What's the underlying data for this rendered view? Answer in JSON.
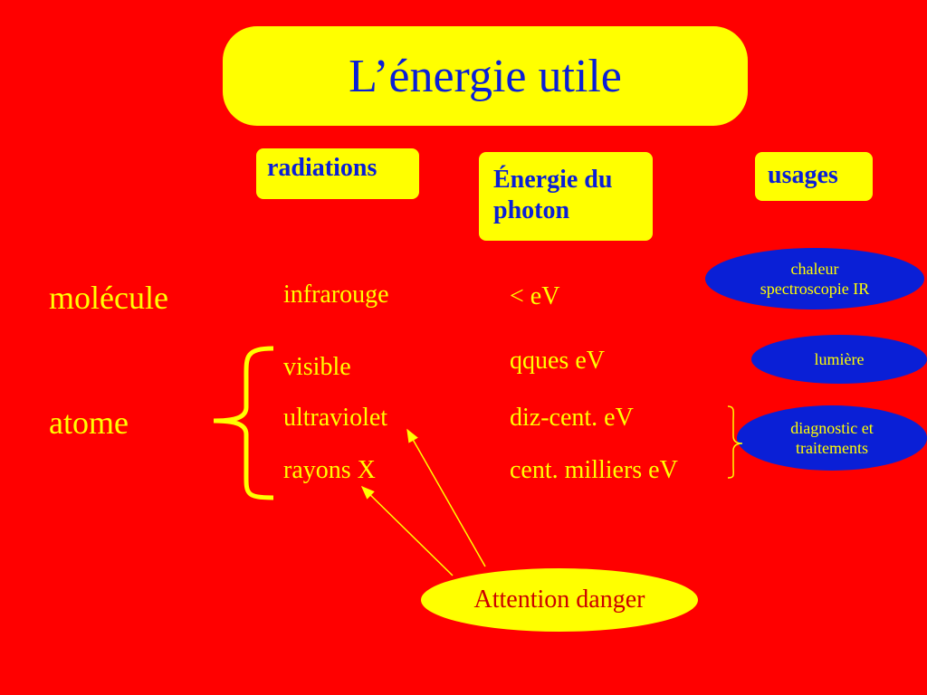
{
  "slide": {
    "background_color": "#ff0000",
    "accent_yellow": "#ffff00",
    "accent_blue": "#0a1fd6",
    "title": "L’énergie utile"
  },
  "headers": {
    "radiations": "radiations",
    "energie_line1": "Énergie du",
    "energie_line2": "photon",
    "usages": "usages"
  },
  "left_labels": {
    "molecule": "molécule",
    "atome": "atome"
  },
  "radiations": [
    "infrarouge",
    "visible",
    "ultraviolet",
    "rayons X"
  ],
  "energies": [
    "< eV",
    "qques eV",
    "diz-cent. eV",
    "cent. milliers eV"
  ],
  "usages": {
    "chaleur_line1": "chaleur",
    "chaleur_line2": "spectroscopie IR",
    "lumiere": "lumière",
    "diagnostic_line1": "diagnostic et",
    "diagnostic_line2": "traitements"
  },
  "warning": "Attention danger"
}
